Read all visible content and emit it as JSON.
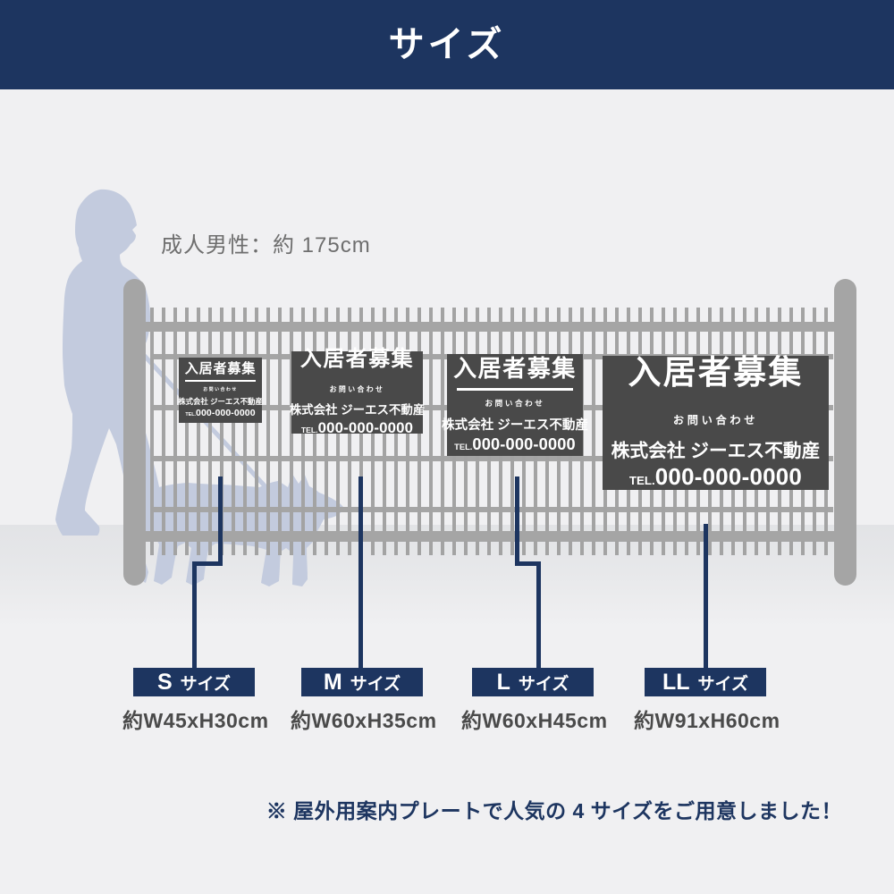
{
  "header": {
    "title": "サイズ"
  },
  "scene": {
    "reference_label": "成人男性：約 175cm",
    "sign": {
      "title": "入居者募集",
      "contact": "お問い合わせ",
      "company": "株式会社 ジーエス不動産",
      "tel_prefix": "TEL.",
      "tel_number": "000-000-0000"
    }
  },
  "sizes": [
    {
      "letter": "S",
      "suffix": "サイズ",
      "dimension": "約W45xH30cm"
    },
    {
      "letter": "M",
      "suffix": "サイズ",
      "dimension": "約W60xH35cm"
    },
    {
      "letter": "L",
      "suffix": "サイズ",
      "dimension": "約W60xH45cm"
    },
    {
      "letter": "LL",
      "suffix": "サイズ",
      "dimension": "約W91xH60cm"
    }
  ],
  "note": "※ 屋外用案内プレートで人気の 4 サイズをご用意しました！",
  "colors": {
    "navy": "#1d3560",
    "sign_background": "#494949",
    "silhouette": "#c3cbde",
    "fence": "#a5a5a5",
    "ground": "#e2e3e6",
    "background": "#f0f0f2"
  }
}
